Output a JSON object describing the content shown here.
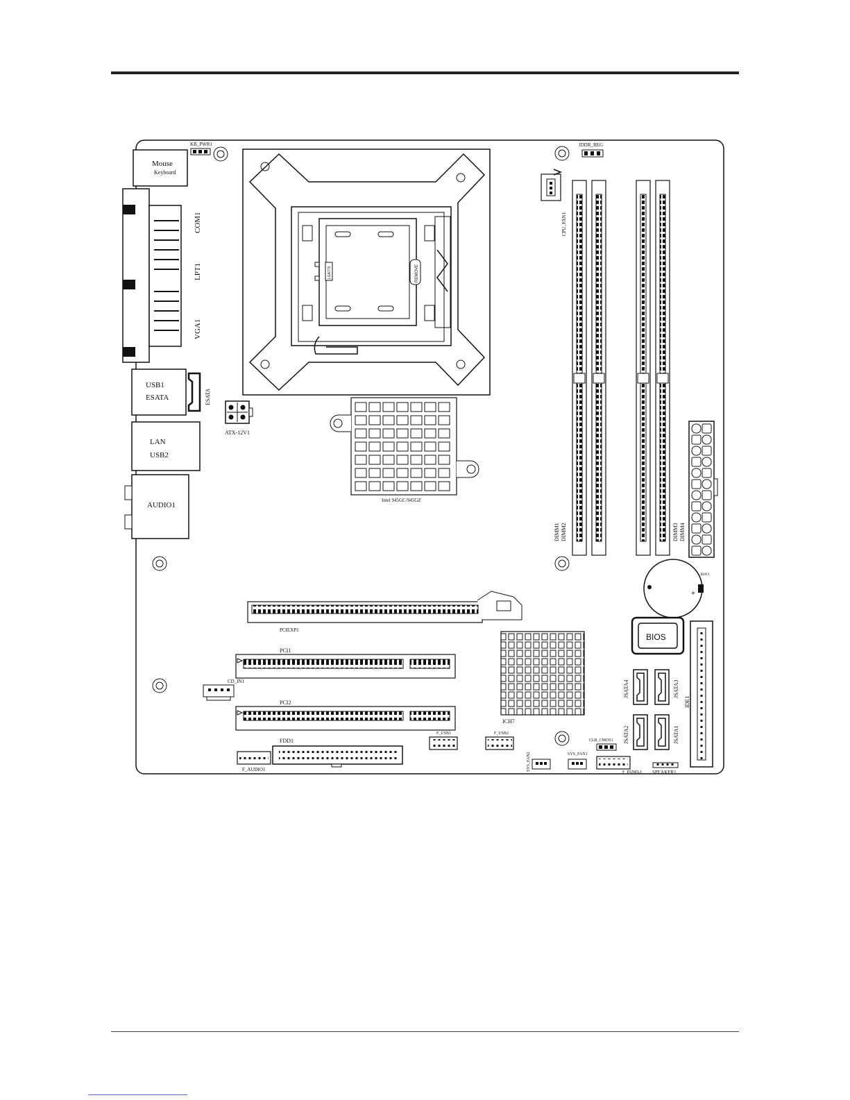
{
  "page": {
    "footer_link": ""
  },
  "board": {
    "labels": {
      "kb_pwr": "KB_PWR1",
      "mouse": "Mouse",
      "keyboard": "Keyboard",
      "com": "COM1",
      "lpt": "LPT1",
      "vga": "VGA1",
      "usb1": "USB1",
      "esata_port": "ESATA",
      "esata_vert": "ESATA",
      "lan": "LAN",
      "usb2": "USB2",
      "audio": "AUDIO1",
      "atx12v": "ATX-12V1",
      "northbridge": "Intel 945GC/945GZ",
      "remove": "REMOVE",
      "socket_mark": "LGA775",
      "jddr": "JDDR_REG",
      "cpu_fan": "CPU_FAN1",
      "dimm1": "DIMM1",
      "dimm2": "DIMM2",
      "dimm3": "DIMM3",
      "dimm4": "DIMM4",
      "jbat": "JBAT1",
      "pciexp": "PCIEXP1",
      "pci1": "PCI1",
      "pci2": "PCI2",
      "cd_in": "CD_IN1",
      "ich": "ICH7",
      "bios": "BIOS",
      "jsata1": "JSATA1",
      "jsata2": "JSATA2",
      "jsata3": "JSATA3",
      "jsata4": "JSATA4",
      "ide": "IDE1",
      "fdd": "FDD1",
      "f_audio": "F_AUDIO1",
      "f_usb1": "F_USB1",
      "f_usb2": "F_USB2",
      "sys_fan2": "SYS_FAN2",
      "sys_fan1": "SYS_FAN1",
      "clr_cmos": "CLR_CMOS1",
      "f_panel": "F_PANEL1",
      "speaker": "SPEAKER1"
    }
  },
  "icons": [
    "mounting-hole-icon",
    "battery-icon",
    "bios-chip-icon",
    "cpu-socket-icon"
  ],
  "colors": {
    "line": "#111111",
    "rule": "#222222",
    "link": "#5566cc"
  }
}
